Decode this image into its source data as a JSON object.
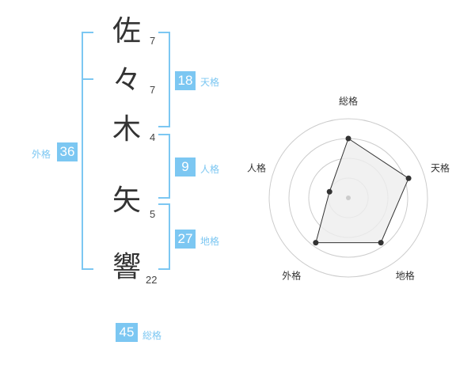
{
  "name": {
    "chars": [
      {
        "char": "佐",
        "strokes": "7"
      },
      {
        "char": "々",
        "strokes": "7"
      },
      {
        "char": "木",
        "strokes": "4"
      },
      {
        "char": "矢",
        "strokes": "5"
      },
      {
        "char": "響",
        "strokes": "22"
      }
    ]
  },
  "scores": {
    "tenkaku": {
      "value": "18",
      "label": "天格"
    },
    "jinkaku": {
      "value": "9",
      "label": "人格"
    },
    "chikaku": {
      "value": "27",
      "label": "地格"
    },
    "gaikaku": {
      "value": "36",
      "label": "外格"
    },
    "soukaku": {
      "value": "45",
      "label": "総格"
    }
  },
  "colors": {
    "accent": "#7cc7f2",
    "text": "#333333",
    "ring": "#cccccc",
    "polygon_fill": "#eeeeee",
    "polygon_stroke": "#333333"
  },
  "chart_data": {
    "type": "radar",
    "axes": [
      "総格",
      "天格",
      "地格",
      "外格",
      "人格"
    ],
    "values": [
      0.75,
      0.8,
      0.7,
      0.7,
      0.25
    ],
    "rings": 4
  }
}
